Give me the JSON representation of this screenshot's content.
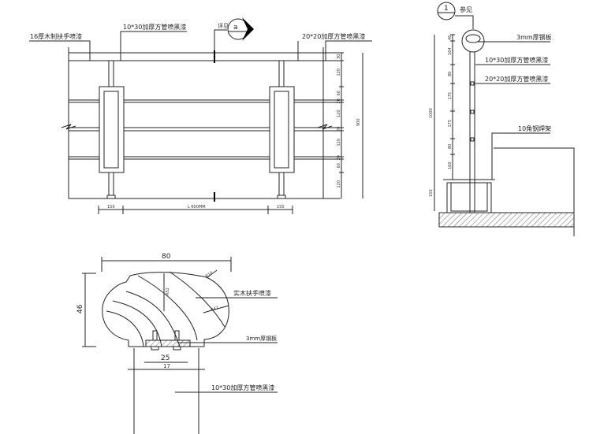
{
  "elevation": {
    "labels": {
      "handrail": "16厚木制扶手喷漆",
      "tube_10x30": "10*30加厚方管喷黑漆",
      "tube_20x20": "20*20加厚方管喷黑漆",
      "see_ref": "详见",
      "callout": "a"
    },
    "dims_bottom": [
      "150",
      "L 600MM",
      "150"
    ],
    "dims_right": [
      "30",
      "120",
      "60",
      "20",
      "120",
      "20",
      "120",
      "20",
      "60",
      "120"
    ],
    "dim_total": "900"
  },
  "section": {
    "callout": "1",
    "see_ref": "参见",
    "labels": {
      "plate": "3mm厚钢板",
      "tube_10x30": "10*30加厚方管喷黑漆",
      "tube_20x20": "20*20加厚方管喷黑漆",
      "angle": "10角钢焊架"
    },
    "dims": [
      "46",
      "164",
      "80",
      "175",
      "175",
      "80",
      "160"
    ],
    "dim_total": "1000",
    "dim_base": "150"
  },
  "detail": {
    "width": "80",
    "height": "46",
    "r10": "R10",
    "r52": "R52",
    "r47": "R47",
    "inner1": "25",
    "inner2": "17",
    "labels": {
      "wood": "实木扶手喷漆",
      "plate": "3mm厚钢板",
      "tube": "10*30加厚方管喷黑漆"
    }
  }
}
